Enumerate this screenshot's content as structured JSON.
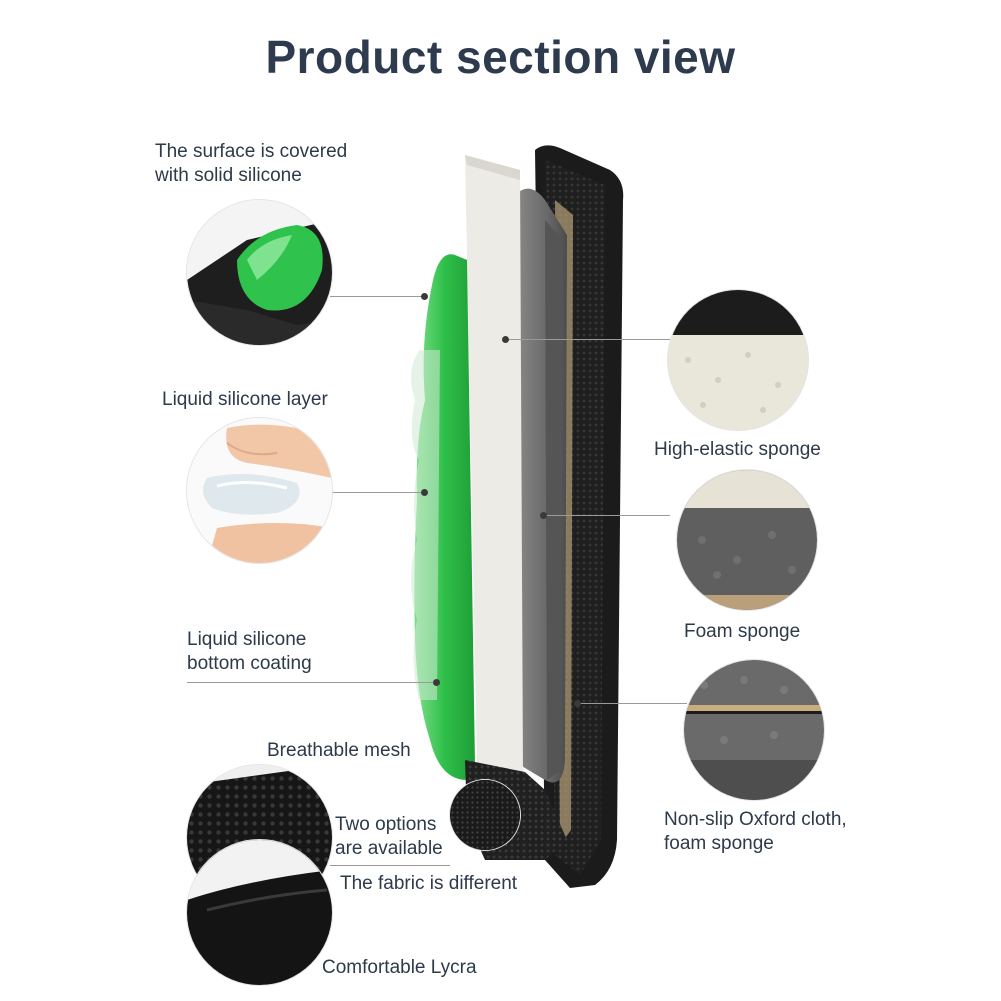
{
  "title": "Product section view",
  "labels": {
    "surface": [
      "The surface is covered",
      "with solid silicone"
    ],
    "liquid_layer": "Liquid silicone layer",
    "bottom_coating": [
      "Liquid silicone",
      "bottom coating"
    ],
    "breathable_mesh": "Breathable mesh",
    "two_options": [
      "Two options",
      "are available"
    ],
    "fabric_different": "The fabric is different",
    "lycra": "Comfortable Lycra",
    "high_elastic": "High-elastic sponge",
    "foam": "Foam sponge",
    "oxford": [
      "Non-slip Oxford cloth,",
      "foam sponge"
    ]
  },
  "colors": {
    "title": "#2e3b4e",
    "text": "#2d3a4a",
    "silicone_green": "#2fbf4a",
    "white_sponge": "#ecebe6",
    "grey_foam": "#6e6e6e",
    "black_cloth": "#1c1c1c"
  }
}
